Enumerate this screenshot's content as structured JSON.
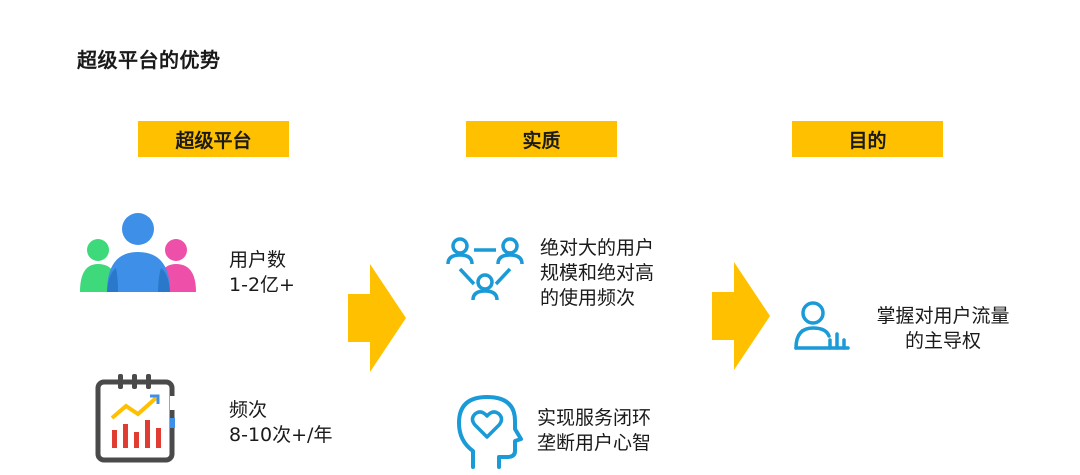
{
  "page_title": "超级平台的优势",
  "headers": [
    "超级平台",
    "实质",
    "目的"
  ],
  "col1": {
    "users_text": "用户数\n1-2亿+",
    "freq_text": "频次\n8-10次+/年"
  },
  "col2": {
    "scale_text": "绝对大的用户\n规模和绝对高\n的使用频次",
    "loop_text": "实现服务闭环\n垄断用户心智"
  },
  "col3": {
    "goal_text": "掌握对用户流量\n的主导权"
  },
  "colors": {
    "accent": "#ffc000",
    "blue": "#1a9ad6",
    "people_blue": "#3d8fe8",
    "people_green": "#3ed97a",
    "people_pink": "#ee4fa9"
  },
  "icons": [
    "group-users-icon",
    "calendar-chart-icon",
    "network-people-icon",
    "head-heart-icon",
    "user-chart-icon",
    "arrow-right-icon"
  ]
}
